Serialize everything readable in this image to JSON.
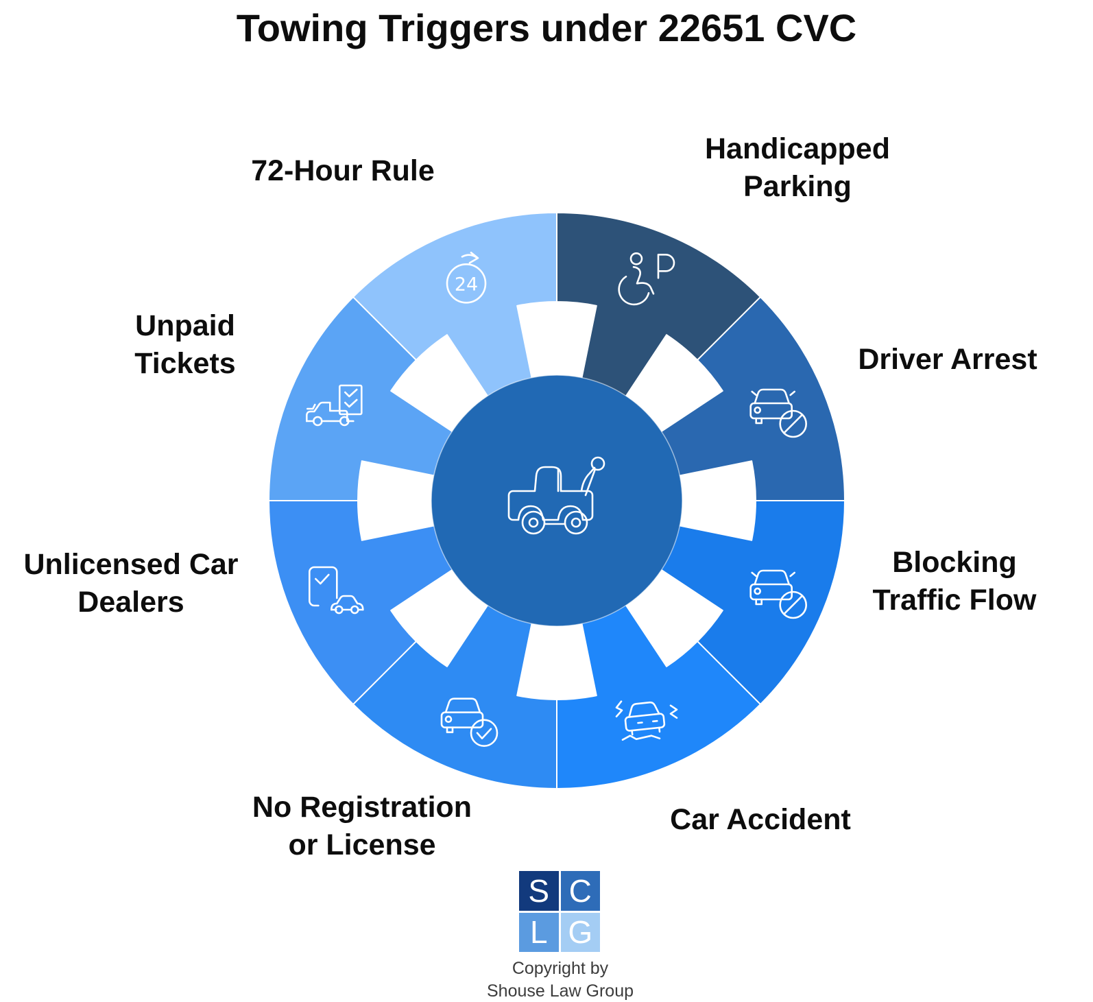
{
  "title": "Towing Triggers under 22651 CVC",
  "wheel": {
    "hub_color": "#2169b4",
    "hub_icon": "tow-truck-icon",
    "segments": [
      {
        "label": "Handicapped Parking",
        "lines": [
          "Handicapped",
          "Parking"
        ],
        "color": "#2d5278",
        "icon": "wheelchair-parking-icon"
      },
      {
        "label": "Driver Arrest",
        "lines": [
          "Driver Arrest"
        ],
        "color": "#2a68b0",
        "icon": "car-prohibited-icon"
      },
      {
        "label": "Blocking Traffic Flow",
        "lines": [
          "Blocking",
          "Traffic Flow"
        ],
        "color": "#1a7ceb",
        "icon": "car-prohibited-icon"
      },
      {
        "label": "Car Accident",
        "lines": [
          "Car Accident"
        ],
        "color": "#1f87fa",
        "icon": "car-crash-icon"
      },
      {
        "label": "No Registration or License",
        "lines": [
          "No Registration",
          "or License"
        ],
        "color": "#2e8bf3",
        "icon": "car-check-icon"
      },
      {
        "label": "Unlicensed Car Dealers",
        "lines": [
          "Unlicensed Car",
          "Dealers"
        ],
        "color": "#3c8ff4",
        "icon": "document-car-icon"
      },
      {
        "label": "Unpaid Tickets",
        "lines": [
          "Unpaid",
          "Tickets"
        ],
        "color": "#5ba4f5",
        "icon": "car-checklist-icon"
      },
      {
        "label": "72-Hour Rule",
        "lines": [
          "72-Hour Rule"
        ],
        "color": "#8fc3fc",
        "icon": "24-hours-icon"
      }
    ]
  },
  "footer": {
    "logo": {
      "letters": [
        "S",
        "C",
        "L",
        "G"
      ],
      "colors": [
        "#123a7d",
        "#2e6cb8",
        "#5b9be0",
        "#a4cdf4"
      ]
    },
    "copyright": {
      "line1": "Copyright by",
      "line2": "Shouse Law Group"
    }
  }
}
